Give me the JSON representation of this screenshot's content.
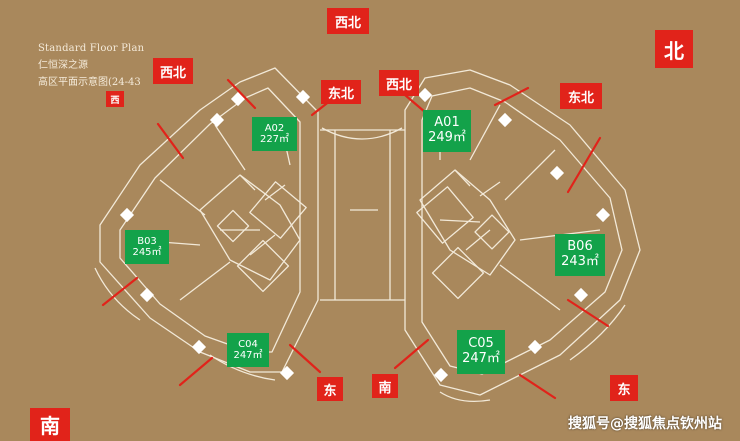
{
  "title": {
    "en": "Standard Floor Plan",
    "cn_line1": "仁恒深之源",
    "cn_line2": "高区平面示意图(24-43"
  },
  "directions": {
    "north_big": "北",
    "south_big": "南",
    "northwest_top": "西北",
    "northwest_left": "西北",
    "west_small": "西",
    "northeast_center": "东北",
    "northwest_center": "西北",
    "northeast_right": "东北",
    "east_left": "东",
    "south_center": "南",
    "east_right": "东"
  },
  "units": {
    "a02": {
      "name": "A02",
      "area": "227㎡"
    },
    "a01": {
      "name": "A01",
      "area": "249㎡"
    },
    "b03": {
      "name": "B03",
      "area": "245㎡"
    },
    "b06": {
      "name": "B06",
      "area": "243㎡"
    },
    "c04": {
      "name": "C04",
      "area": "247㎡"
    },
    "c05": {
      "name": "C05",
      "area": "247㎡"
    }
  },
  "watermark": "搜狐号@搜狐焦点钦州站",
  "colors": {
    "background": "#a9885c",
    "line": "#f2e9d8",
    "direction_tag": "#e1231a",
    "unit_tag": "#13a24a"
  }
}
